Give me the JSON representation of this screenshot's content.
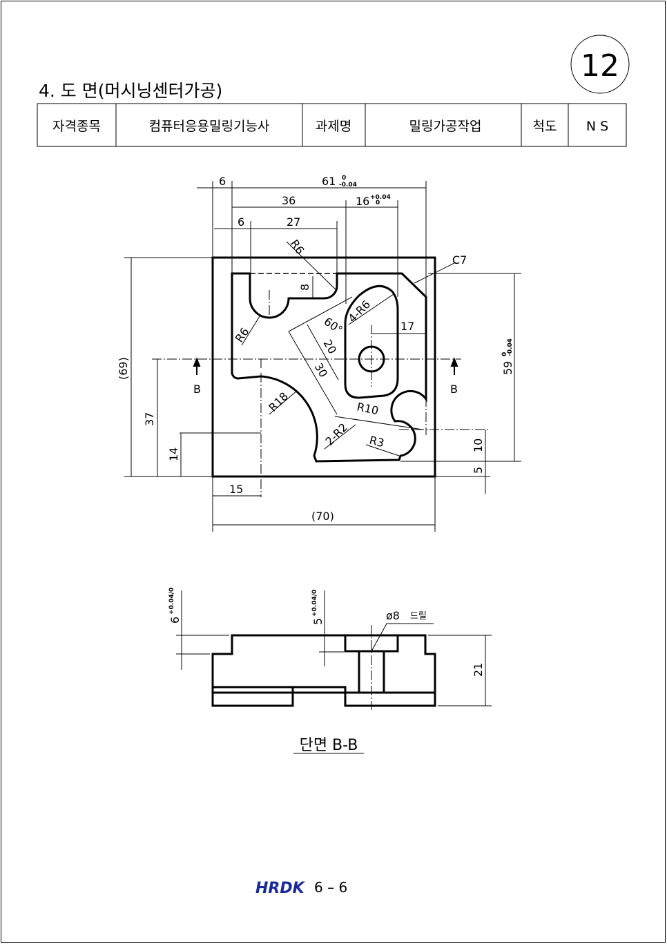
{
  "sheet_number": "12",
  "title": "4. 도 면(머시닝센터가공)",
  "title_block": {
    "label_qualification": "자격종목",
    "qualification": "컴퓨터응용밀링기능사",
    "label_task": "과제명",
    "task": "밀링가공작업",
    "label_scale": "척도",
    "scale": "N S"
  },
  "plan_view": {
    "dims": {
      "d6_left": "6",
      "d61": "61",
      "d61_upper": "0",
      "d61_lower": "-0.04",
      "d36": "36",
      "d16": "16",
      "d16_upper": "+0.04",
      "d16_lower": "0",
      "d6_inner": "6",
      "d27": "27",
      "r6_top": "R6",
      "c7": "C7",
      "d8": "8",
      "r6_left": "R6",
      "a60": "60°",
      "r6_4": "4-R6",
      "d17": "17",
      "d20": "20",
      "d30": "30",
      "r18": "R18",
      "r10": "R10",
      "r2_2": "2-R2",
      "r3": "R3",
      "d69": "(69)",
      "d37": "37",
      "d14": "14",
      "d59": "59",
      "d59_upper": "0",
      "d59_lower": "-0.04",
      "d10": "10",
      "d5": "5",
      "d15": "15",
      "d70": "(70)"
    },
    "section_mark_left": "B",
    "section_mark_right": "B"
  },
  "section_view": {
    "d6": "6",
    "d6_tol": "+0.04/0",
    "d5": "5",
    "d5_tol": "+0.04/0",
    "drill": "ø8",
    "drill_label": "드릴",
    "d21": "21",
    "caption": "단면 B-B"
  },
  "footer": {
    "logo": "HRDK",
    "page": "6 – 6",
    "logo_color": "#1a2a9a"
  }
}
